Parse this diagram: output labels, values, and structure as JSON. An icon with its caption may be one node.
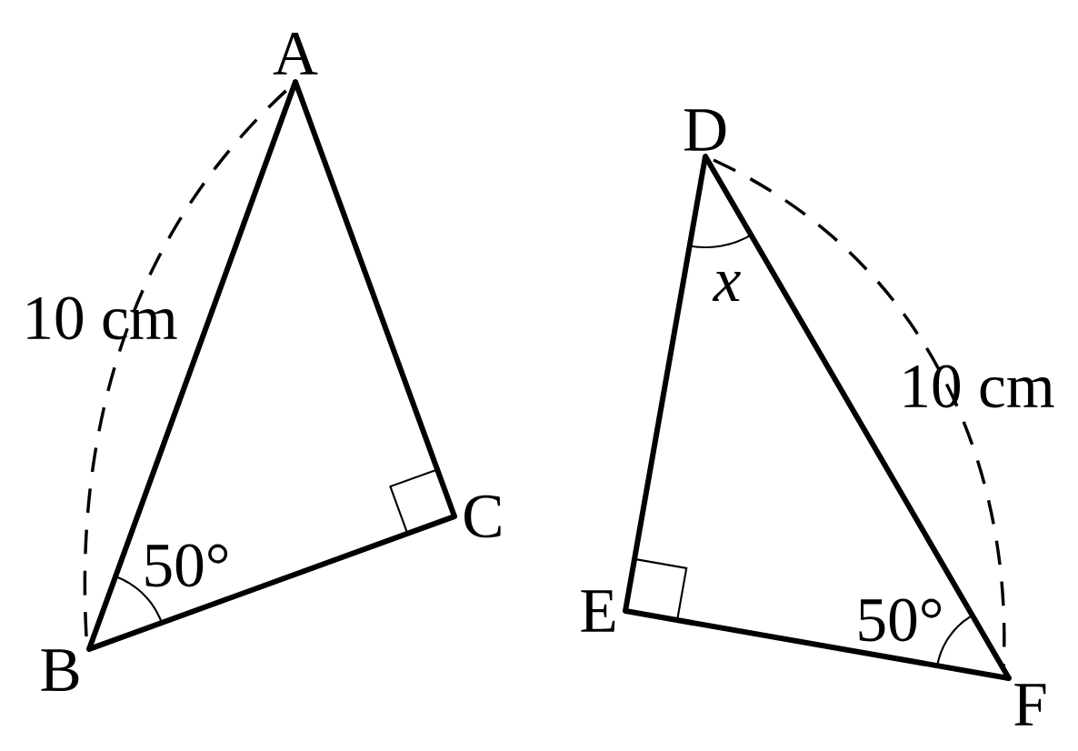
{
  "diagram": {
    "nodes": [
      {
        "text": [
          "A"
        ]
      },
      {
        "text": [
          "B"
        ]
      },
      {
        "text": [
          "C"
        ]
      },
      {
        "text": [
          "D"
        ]
      },
      {
        "text": [
          "E"
        ]
      },
      {
        "text": [
          "F"
        ]
      }
    ],
    "edges": [
      {
        "from": 0,
        "to": 1,
        "arrow": "none"
      },
      {
        "from": 1,
        "to": 2,
        "arrow": "none"
      },
      {
        "from": 2,
        "to": 0,
        "arrow": "none"
      },
      {
        "from": 3,
        "to": 4,
        "arrow": "none"
      },
      {
        "from": 4,
        "to": 5,
        "arrow": "none"
      },
      {
        "from": 5,
        "to": 3,
        "arrow": "none"
      }
    ],
    "labels": [
      "x",
      "10 cm",
      "10 cm",
      "50°",
      "50°"
    ]
  }
}
